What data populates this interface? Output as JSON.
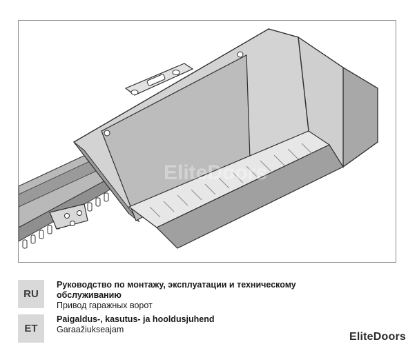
{
  "languages": [
    {
      "code": "RU",
      "title_line1": "Руководство по монтажу, эксплуатации и техническому",
      "title_line2": "обслуживанию",
      "subtitle": "Привод гаражных ворот"
    },
    {
      "code": "ET",
      "title_line1": "Paigaldus-, kasutus- ja hooldusjuhend",
      "subtitle": "Garaažiukseajam"
    }
  ],
  "brand": "EliteDoors",
  "watermark": "EliteDoors",
  "colors": {
    "code_badge": "#d9d9d9",
    "frame_border": "#8a8a8a",
    "housing_gray": "#c9c9c9"
  }
}
